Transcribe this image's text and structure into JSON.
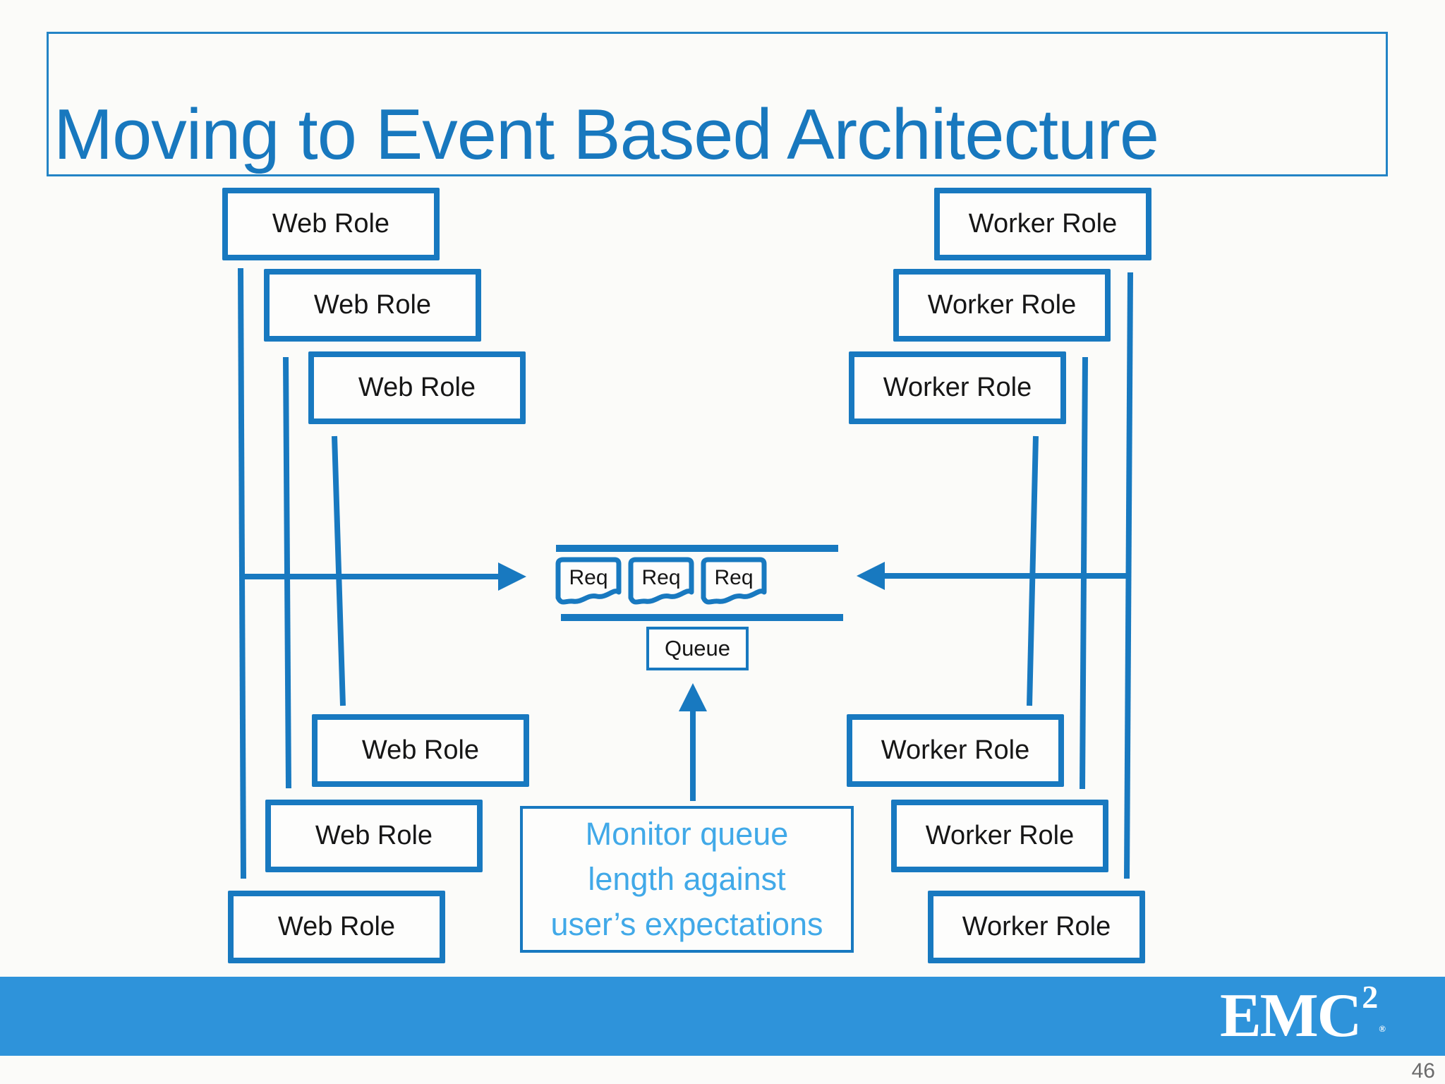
{
  "slide": {
    "title": "Moving to Event Based Architecture",
    "page_number": "46"
  },
  "diagram": {
    "web_roles": [
      {
        "label": "Web Role"
      },
      {
        "label": "Web Role"
      },
      {
        "label": "Web Role"
      },
      {
        "label": "Web Role"
      },
      {
        "label": "Web Role"
      },
      {
        "label": "Web Role"
      }
    ],
    "worker_roles": [
      {
        "label": "Worker Role"
      },
      {
        "label": "Worker Role"
      },
      {
        "label": "Worker Role"
      },
      {
        "label": "Worker Role"
      },
      {
        "label": "Worker Role"
      },
      {
        "label": "Worker Role"
      }
    ],
    "queue": {
      "label": "Queue",
      "requests": [
        "Req",
        "Req",
        "Req"
      ]
    },
    "annotation": {
      "lines": [
        "Monitor queue",
        "length against",
        "user’s expectations"
      ]
    }
  },
  "footer": {
    "logo_text": "EMC",
    "logo_exponent": "2",
    "logo_registered": "®"
  },
  "colors": {
    "accent_blue": "#1879c0",
    "title_blue": "#1878be",
    "footer_bar_blue": "#2e93da",
    "annotation_blue": "#41a9e8",
    "box_fill": "#fdfdfc",
    "text_black": "#161616",
    "page_number_gray": "#6b6b6b",
    "logo_white": "#ffffff"
  }
}
